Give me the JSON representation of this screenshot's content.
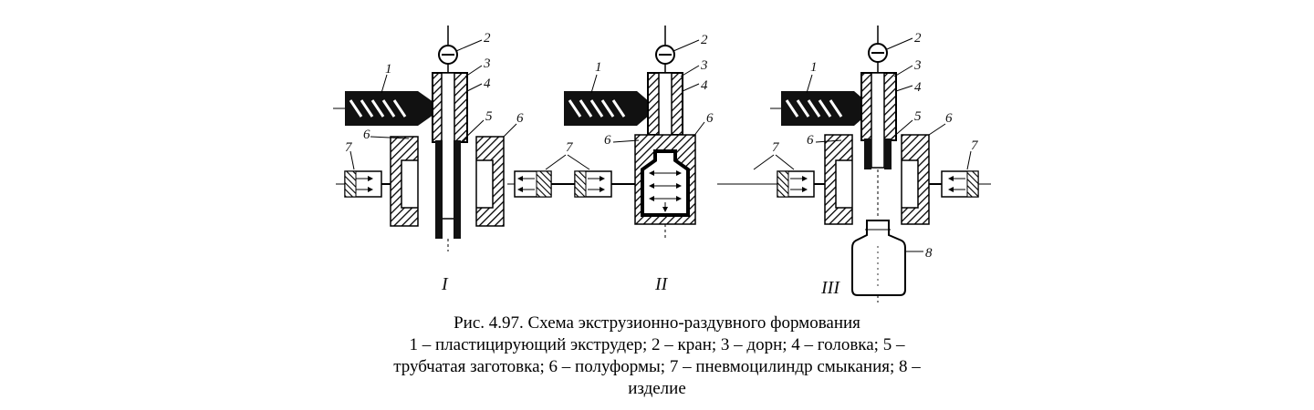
{
  "figure": {
    "stages": [
      {
        "roman": "I",
        "labels": {
          "1": "1",
          "2": "2",
          "3": "3",
          "4": "4",
          "5": "5",
          "6a": "6",
          "6b": "6",
          "7": "7"
        }
      },
      {
        "roman": "II",
        "labels": {
          "1": "1",
          "2": "2",
          "3": "3",
          "4": "4",
          "6a": "6",
          "6b": "6",
          "7": "7"
        }
      },
      {
        "roman": "III",
        "labels": {
          "1": "1",
          "2": "2",
          "3": "3",
          "4": "4",
          "5": "5",
          "6a": "6",
          "6b": "6",
          "7a": "7",
          "7b": "7",
          "8": "8"
        }
      }
    ]
  },
  "caption": {
    "title": "Рис. 4.97. Схема экструзионно-раздувного формования",
    "line1": "1 – пластицирующий экструдер; 2 – кран; 3 – дорн; 4 – головка; 5 –",
    "line2": "трубчатая заготовка; 6 – полуформы; 7 – пневмоцилиндр смыкания; 8 –",
    "line3": "изделие"
  }
}
